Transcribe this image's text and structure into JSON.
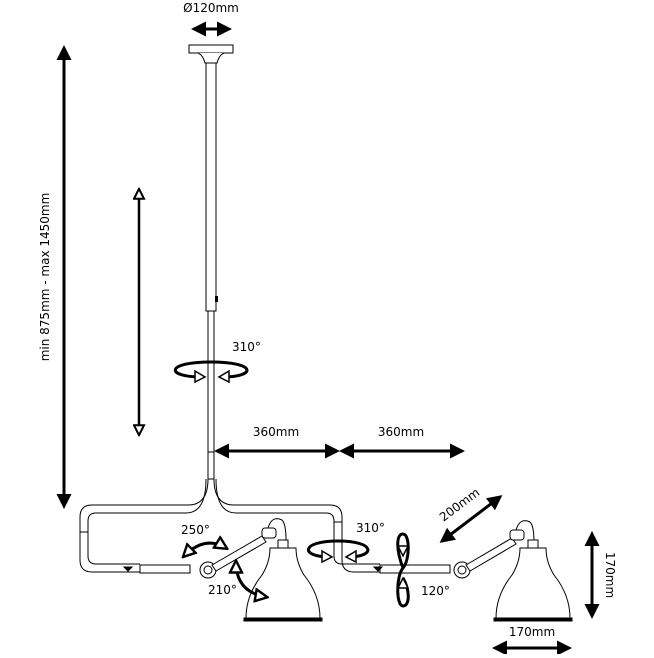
{
  "diagram": {
    "title": "Double-arm ceiling pendant lamp dimensions",
    "colors": {
      "line": "#000000",
      "background": "#ffffff"
    },
    "dimensions": {
      "canopy_diameter": "Ø120mm",
      "drop_height": "min 875mm - max 1450mm",
      "arm_left_span": "360mm",
      "arm_right_span": "360mm",
      "arm_segment_length": "200mm",
      "shade_height": "170mm",
      "shade_diameter": "170mm"
    },
    "rotations": {
      "stem_rotation": "310°",
      "left_joint_upper": "250°",
      "left_joint_lower": "210°",
      "right_arm_swivel": "310°",
      "right_arm_tilt": "120°"
    },
    "icons": {
      "canopy": "ceiling-canopy",
      "stem": "telescopic-stem",
      "frame": "double-arm-frame",
      "shade_left": "lamp-shade",
      "shade_right": "lamp-shade"
    }
  }
}
